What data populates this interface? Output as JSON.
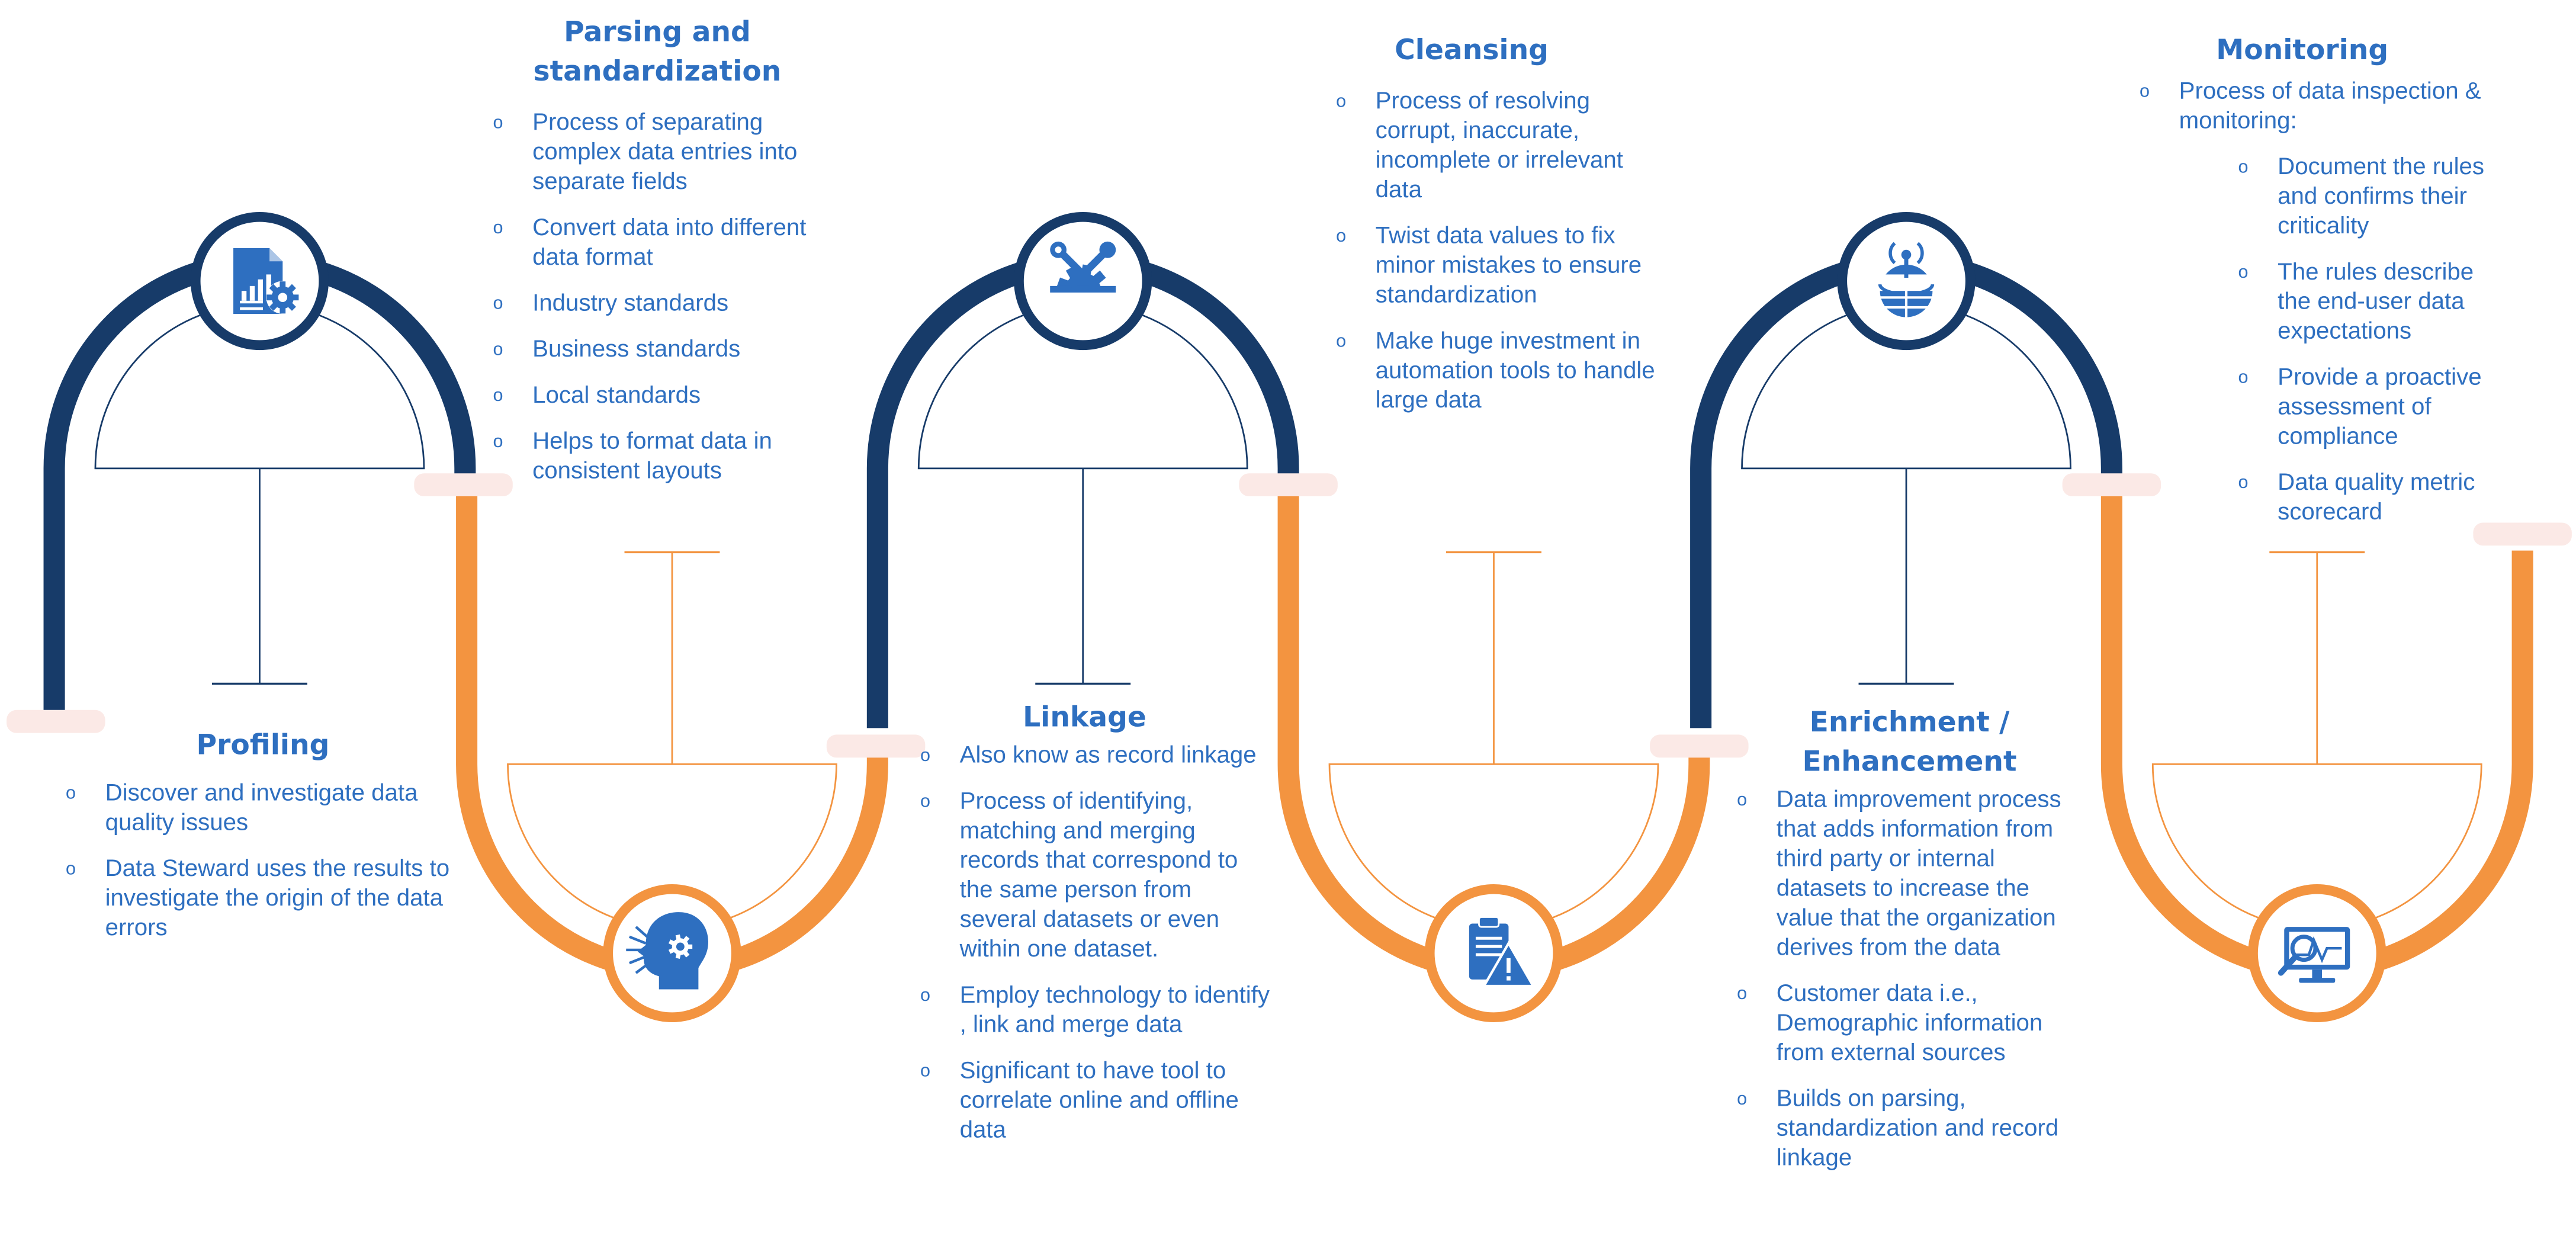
{
  "stages": [
    {
      "key": "profiling",
      "title": "Profiling",
      "icon": "report-gear-icon",
      "color": "#173B69",
      "bullets": [
        "Discover and investigate data quality issues",
        "Data Steward uses the results to investigate the origin of the data errors"
      ]
    },
    {
      "key": "parsing",
      "title": "Parsing and standardization",
      "icon": "head-gear-icon",
      "color": "#F39440",
      "bullets": [
        "Process of separating complex data entries into separate fields",
        "Convert data into different data format",
        "Industry standards",
        "Business standards",
        "Local standards",
        "Helps to format data in consistent layouts"
      ]
    },
    {
      "key": "linkage",
      "title": "Linkage",
      "icon": "tools-gear-icon",
      "color": "#173B69",
      "bullets": [
        "Also know as record linkage",
        "Process of identifying, matching and merging records that correspond to the same person from several datasets or even within one dataset.",
        "Employ technology to identify , link and merge data",
        "Significant to have tool to correlate online and offline data"
      ]
    },
    {
      "key": "cleansing",
      "title": "Cleansing",
      "icon": "clipboard-warning-icon",
      "color": "#F39440",
      "bullets": [
        "Process of resolving corrupt, inaccurate, incomplete or irrelevant data",
        "Twist data values to fix minor mistakes to ensure standardization",
        "Make huge investment  in automation tools to handle large data"
      ]
    },
    {
      "key": "enrichment",
      "title": "Enrichment / Enhancement",
      "icon": "globe-antenna-icon",
      "color": "#173B69",
      "bullets": [
        "Data improvement process that adds information from third party or internal datasets to increase the value that the organization derives from the data",
        "Customer data i.e., Demographic information from external sources",
        "Builds on parsing, standardization and record linkage"
      ]
    },
    {
      "key": "monitoring",
      "title": "Monitoring",
      "icon": "monitor-magnifier-icon",
      "color": "#F39440",
      "bullets": [
        "Process of data inspection & monitoring:"
      ],
      "sub_bullets": [
        "Document the rules and confirms their criticality",
        "The rules describe the end-user data expectations",
        "Provide a proactive assessment of compliance",
        "Data quality metric scorecard"
      ]
    }
  ],
  "colors": {
    "navy": "#173B69",
    "orange": "#F39440",
    "text_blue": "#2E6FC0",
    "icon_blue": "#2E6FC0",
    "cap_pink": "#FBE9E6"
  }
}
